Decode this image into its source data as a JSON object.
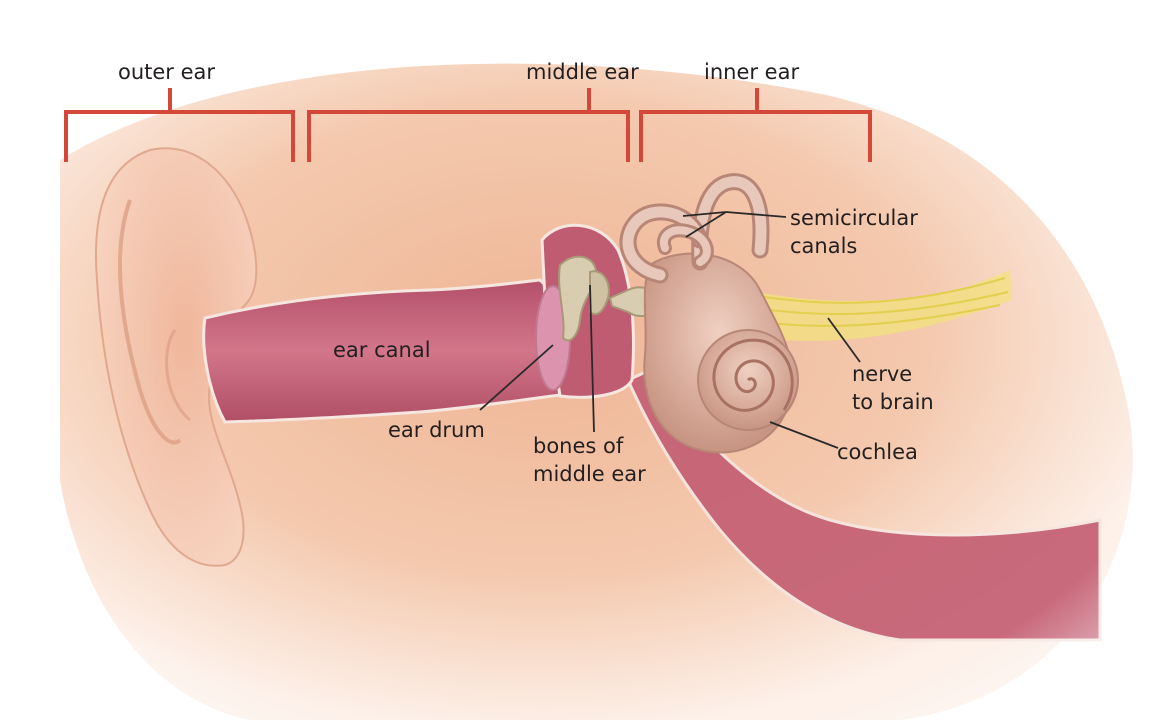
{
  "sections": {
    "outer": "outer ear",
    "middle": "middle ear",
    "inner": "inner ear"
  },
  "parts": {
    "semicircular_1": "semicircular",
    "semicircular_2": "canals",
    "ear_canal": "ear canal",
    "nerve_1": "nerve",
    "nerve_2": "to brain",
    "ear_drum": "ear drum",
    "bones_1": "bones of",
    "bones_2": "middle ear",
    "cochlea": "cochlea"
  },
  "colors": {
    "bracket": "#d4483a",
    "skin": "#f2c4a8",
    "canal": "#c45f73",
    "inner_ear": "#e2b4a4",
    "nerve": "#ecdc66",
    "leader": "#2a2a2a"
  }
}
